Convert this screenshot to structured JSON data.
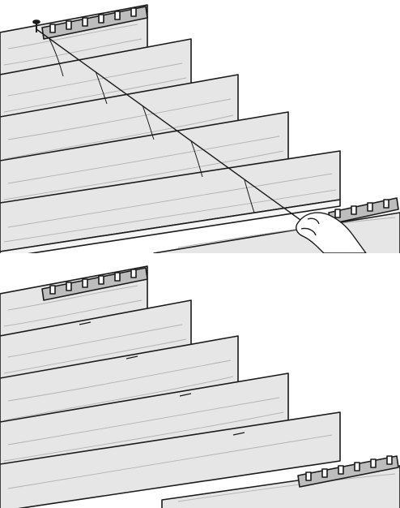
{
  "figure": {
    "kind": "two-panel technical illustration",
    "panels": [
      {
        "id": "top",
        "shows": [
          "wooden-boards",
          "metal-starter-clip-top",
          "metal-starter-clip-bottom",
          "chalk-line-string",
          "hand-holding-string"
        ]
      },
      {
        "id": "bottom",
        "shows": [
          "wooden-boards",
          "metal-starter-clip-top",
          "metal-starter-clip-bottom",
          "chalk-line-marks"
        ]
      }
    ],
    "colors": {
      "board_fill": "#e6e6e6",
      "board_edge": "#f4f4f4",
      "outline": "#1a1a1a",
      "grain": "#b3b3b3",
      "clip_fill": "#bdbdbd",
      "background": "#ffffff"
    }
  }
}
